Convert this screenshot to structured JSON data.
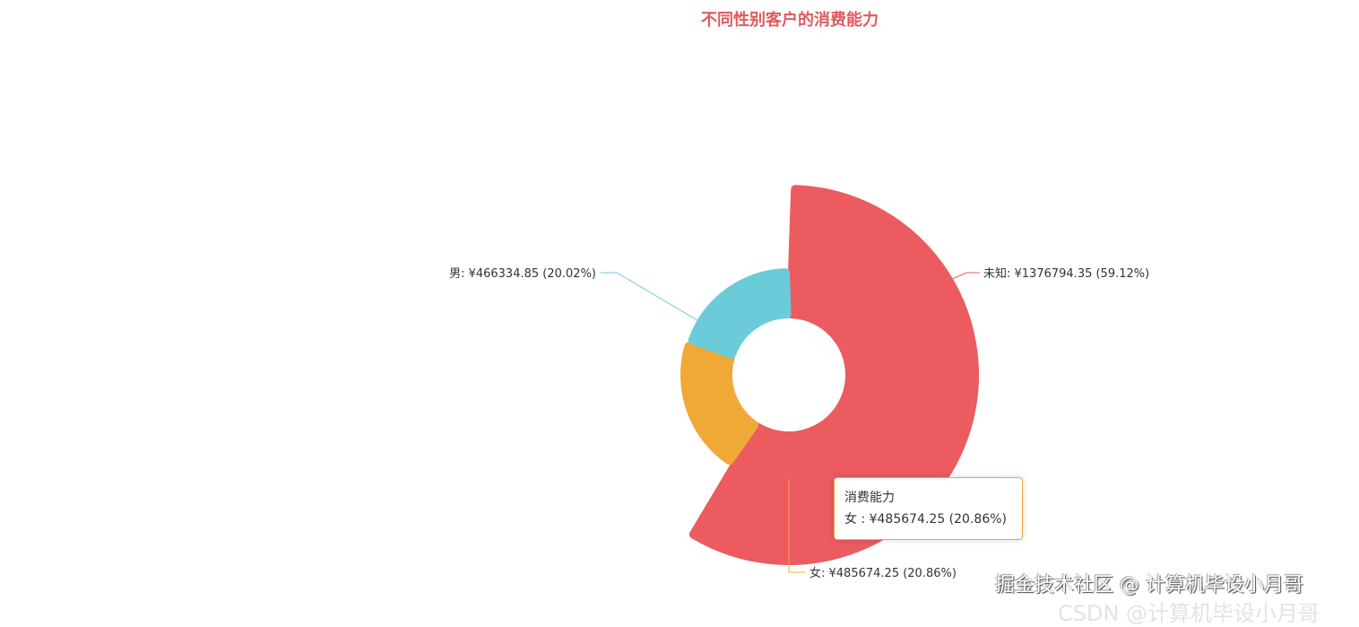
{
  "chart_data": {
    "type": "pie",
    "variant": "rose-radius-donut",
    "title": "不同性别客户的消费能力",
    "series_name": "消费能力",
    "currency": "¥",
    "slices": [
      {
        "name": "未知",
        "value": 1376794.35,
        "percent": 59.12,
        "color": "#eb5b60",
        "label": "未知: ¥1376794.35 (59.12%)"
      },
      {
        "name": "女",
        "value": 485674.25,
        "percent": 20.86,
        "color": "#f0a836",
        "label": "女: ¥485674.25 (20.86%)"
      },
      {
        "name": "男",
        "value": 466334.85,
        "percent": 20.02,
        "color": "#6ccbd8",
        "label": "男: ¥466334.85 (20.02%)"
      }
    ],
    "tooltip": {
      "title": "消费能力",
      "text": "女 : ¥485674.25 (20.86%)"
    }
  },
  "watermarks": [
    "掘金技术社区 @ 计算机毕设小月哥",
    "CSDN @计算机毕设小月哥"
  ]
}
